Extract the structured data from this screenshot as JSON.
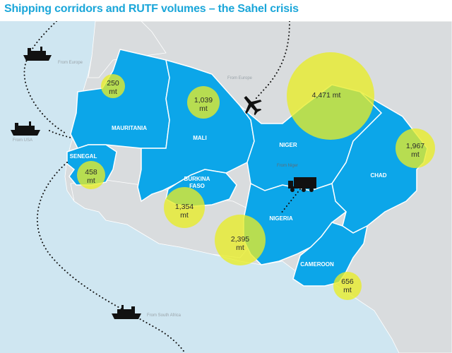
{
  "title": "Shipping corridors and RUTF volumes – the Sahel crisis",
  "countries": {
    "mauritania": "MAURITANIA",
    "mali": "MALI",
    "senegal": "SENEGAL",
    "burkina_line1": "BURKINA",
    "burkina_line2": "FASO",
    "niger": "NIGER",
    "chad": "CHAD",
    "nigeria": "NIGERIA",
    "cameroon": "CAMEROON"
  },
  "routes": {
    "from_europe_ship": "From Europe",
    "from_europe_air": "From Europe",
    "from_usa": "From USA",
    "from_niger": "From Niger",
    "from_south_africa": "From South Africa"
  },
  "volumes": {
    "mauritania": {
      "value": "250",
      "unit": "mt"
    },
    "mali": {
      "value": "1,039",
      "unit": "mt"
    },
    "niger": {
      "label": "4,471 mt"
    },
    "chad": {
      "value": "1,967",
      "unit": "mt"
    },
    "senegal": {
      "value": "458",
      "unit": "mt"
    },
    "burkina_faso": {
      "value": "1,354",
      "unit": "mt"
    },
    "nigeria": {
      "value": "2,395",
      "unit": "mt"
    },
    "cameroon": {
      "value": "656",
      "unit": "mt"
    }
  },
  "colors": {
    "title": "#1aa6d9",
    "sea": "#cfe6f1",
    "land": "#d9dcde",
    "sahel_countries": "#0ca6e9",
    "borders": "#ffffff",
    "bubbles": "#e8ed26",
    "routes": "#111111"
  },
  "icons": {
    "ship": "cargo-ship-icon",
    "plane": "airplane-icon",
    "truck": "truck-icon"
  }
}
